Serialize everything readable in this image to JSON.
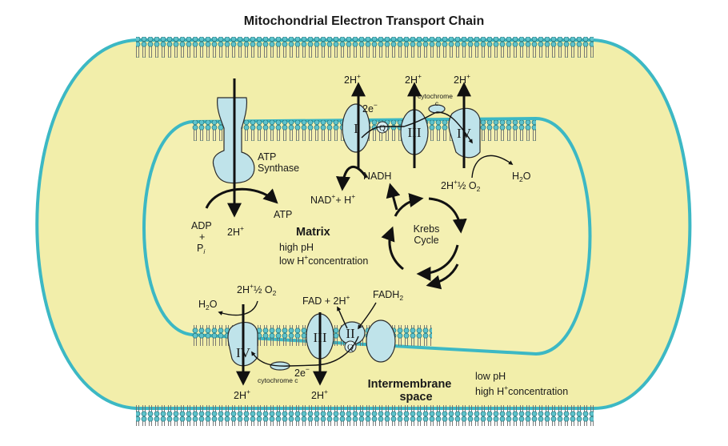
{
  "title": "Mitochondrial Electron Transport Chain",
  "colors": {
    "matrix_fill": "#f4f0b2",
    "outer_fill": "#f2eeaa",
    "membrane_line": "#3cb8c4",
    "protein_fill": "#bfe3ea",
    "lipid_head": "#5ec3cc"
  },
  "labels": {
    "atp_synthase_1": "ATP",
    "atp_synthase_2": "Synthase",
    "adp": "ADP",
    "plus": "+",
    "pi": "P",
    "pi_sub": "i",
    "atp": "ATP",
    "h_atp": "2H",
    "h_sup": "+",
    "matrix": "Matrix",
    "high_ph": "high pH",
    "low_h_1": "low H",
    "low_h_2": "concentration",
    "krebs_1": "Krebs",
    "krebs_2": "Cycle",
    "nadh": "NADH",
    "nad_1": "NAD",
    "nad_2": "+ H",
    "e_top": "2e",
    "e_sup": "−",
    "cyt_top_1": "cytochrome",
    "cyt_top_2": "c",
    "h_I": "2H",
    "h_III": "2H",
    "h_IV": "2H",
    "h2o_top": "H",
    "h2o_top_sub": "2",
    "h2o_top_o": "O",
    "o2_top_1": "2H",
    "o2_top_2": "½ O",
    "o2_top_sub": "2",
    "complex_I": "I",
    "complex_III": "III",
    "complex_IV": "IV",
    "complex_II": "II",
    "q": "Q",
    "h2o_bot": "H",
    "h2o_bot_sub": "2",
    "h2o_bot_o": "O",
    "o2_bot_1": "2H",
    "o2_bot_2": "½ O",
    "o2_bot_sub": "2",
    "fad_1": "FAD + 2H",
    "fadh": "FADH",
    "fadh_sub": "2",
    "e_bot": "2e",
    "cyt_bot": "cytochrome c",
    "h_bot_IV": "2H",
    "h_bot_III": "2H",
    "intermembrane_1": "Intermembrane",
    "intermembrane_2": "space",
    "low_ph": "low pH",
    "high_h_1": "high H",
    "high_h_2": "concentration"
  }
}
